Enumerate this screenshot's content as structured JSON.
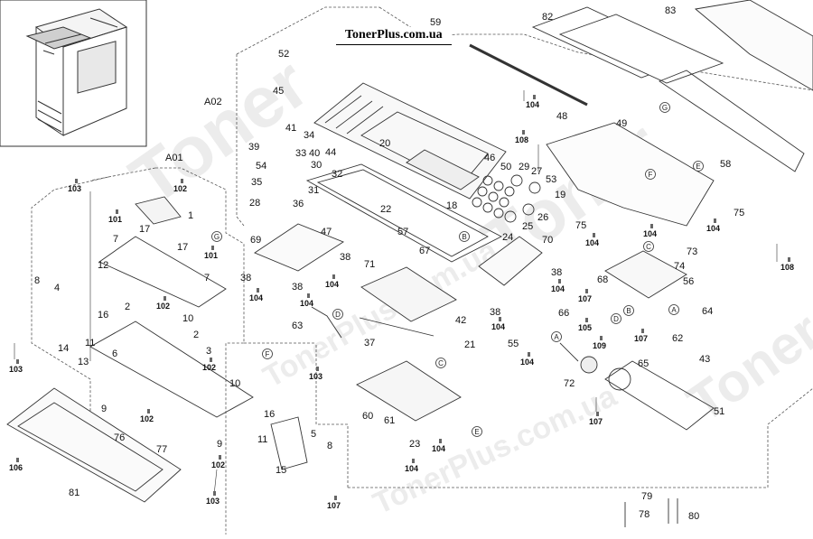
{
  "brand_banner": "TonerPlus.com.ua",
  "watermark_text": "TonerPlus.com.ua",
  "watermark_logo": "Toner",
  "group_labels": [
    "A01",
    "A02"
  ],
  "part_labels": [
    "1",
    "2",
    "3",
    "4",
    "5",
    "6",
    "7",
    "8",
    "9",
    "10",
    "11",
    "12",
    "13",
    "14",
    "15",
    "16",
    "17",
    "18",
    "19",
    "20",
    "21",
    "22",
    "23",
    "24",
    "25",
    "26",
    "27",
    "28",
    "29",
    "30",
    "31",
    "32",
    "33",
    "34",
    "35",
    "36",
    "37",
    "38",
    "39",
    "40",
    "41",
    "42",
    "43",
    "44",
    "45",
    "46",
    "47",
    "48",
    "49",
    "50",
    "51",
    "52",
    "53",
    "54",
    "55",
    "56",
    "57",
    "58",
    "59",
    "60",
    "61",
    "62",
    "63",
    "64",
    "65",
    "66",
    "67",
    "68",
    "69",
    "70",
    "71",
    "72",
    "73",
    "74",
    "75",
    "76",
    "77",
    "78",
    "79",
    "80",
    "81",
    "82",
    "83"
  ],
  "screw_labels": [
    "101",
    "102",
    "103",
    "104",
    "105",
    "106",
    "107",
    "108",
    "109"
  ],
  "connector_labels": [
    "A",
    "B",
    "C",
    "D",
    "E",
    "F",
    "G"
  ],
  "colors": {
    "line": "#333333",
    "dash": "#555555",
    "text": "#111111",
    "watermark": "#dddddd"
  }
}
